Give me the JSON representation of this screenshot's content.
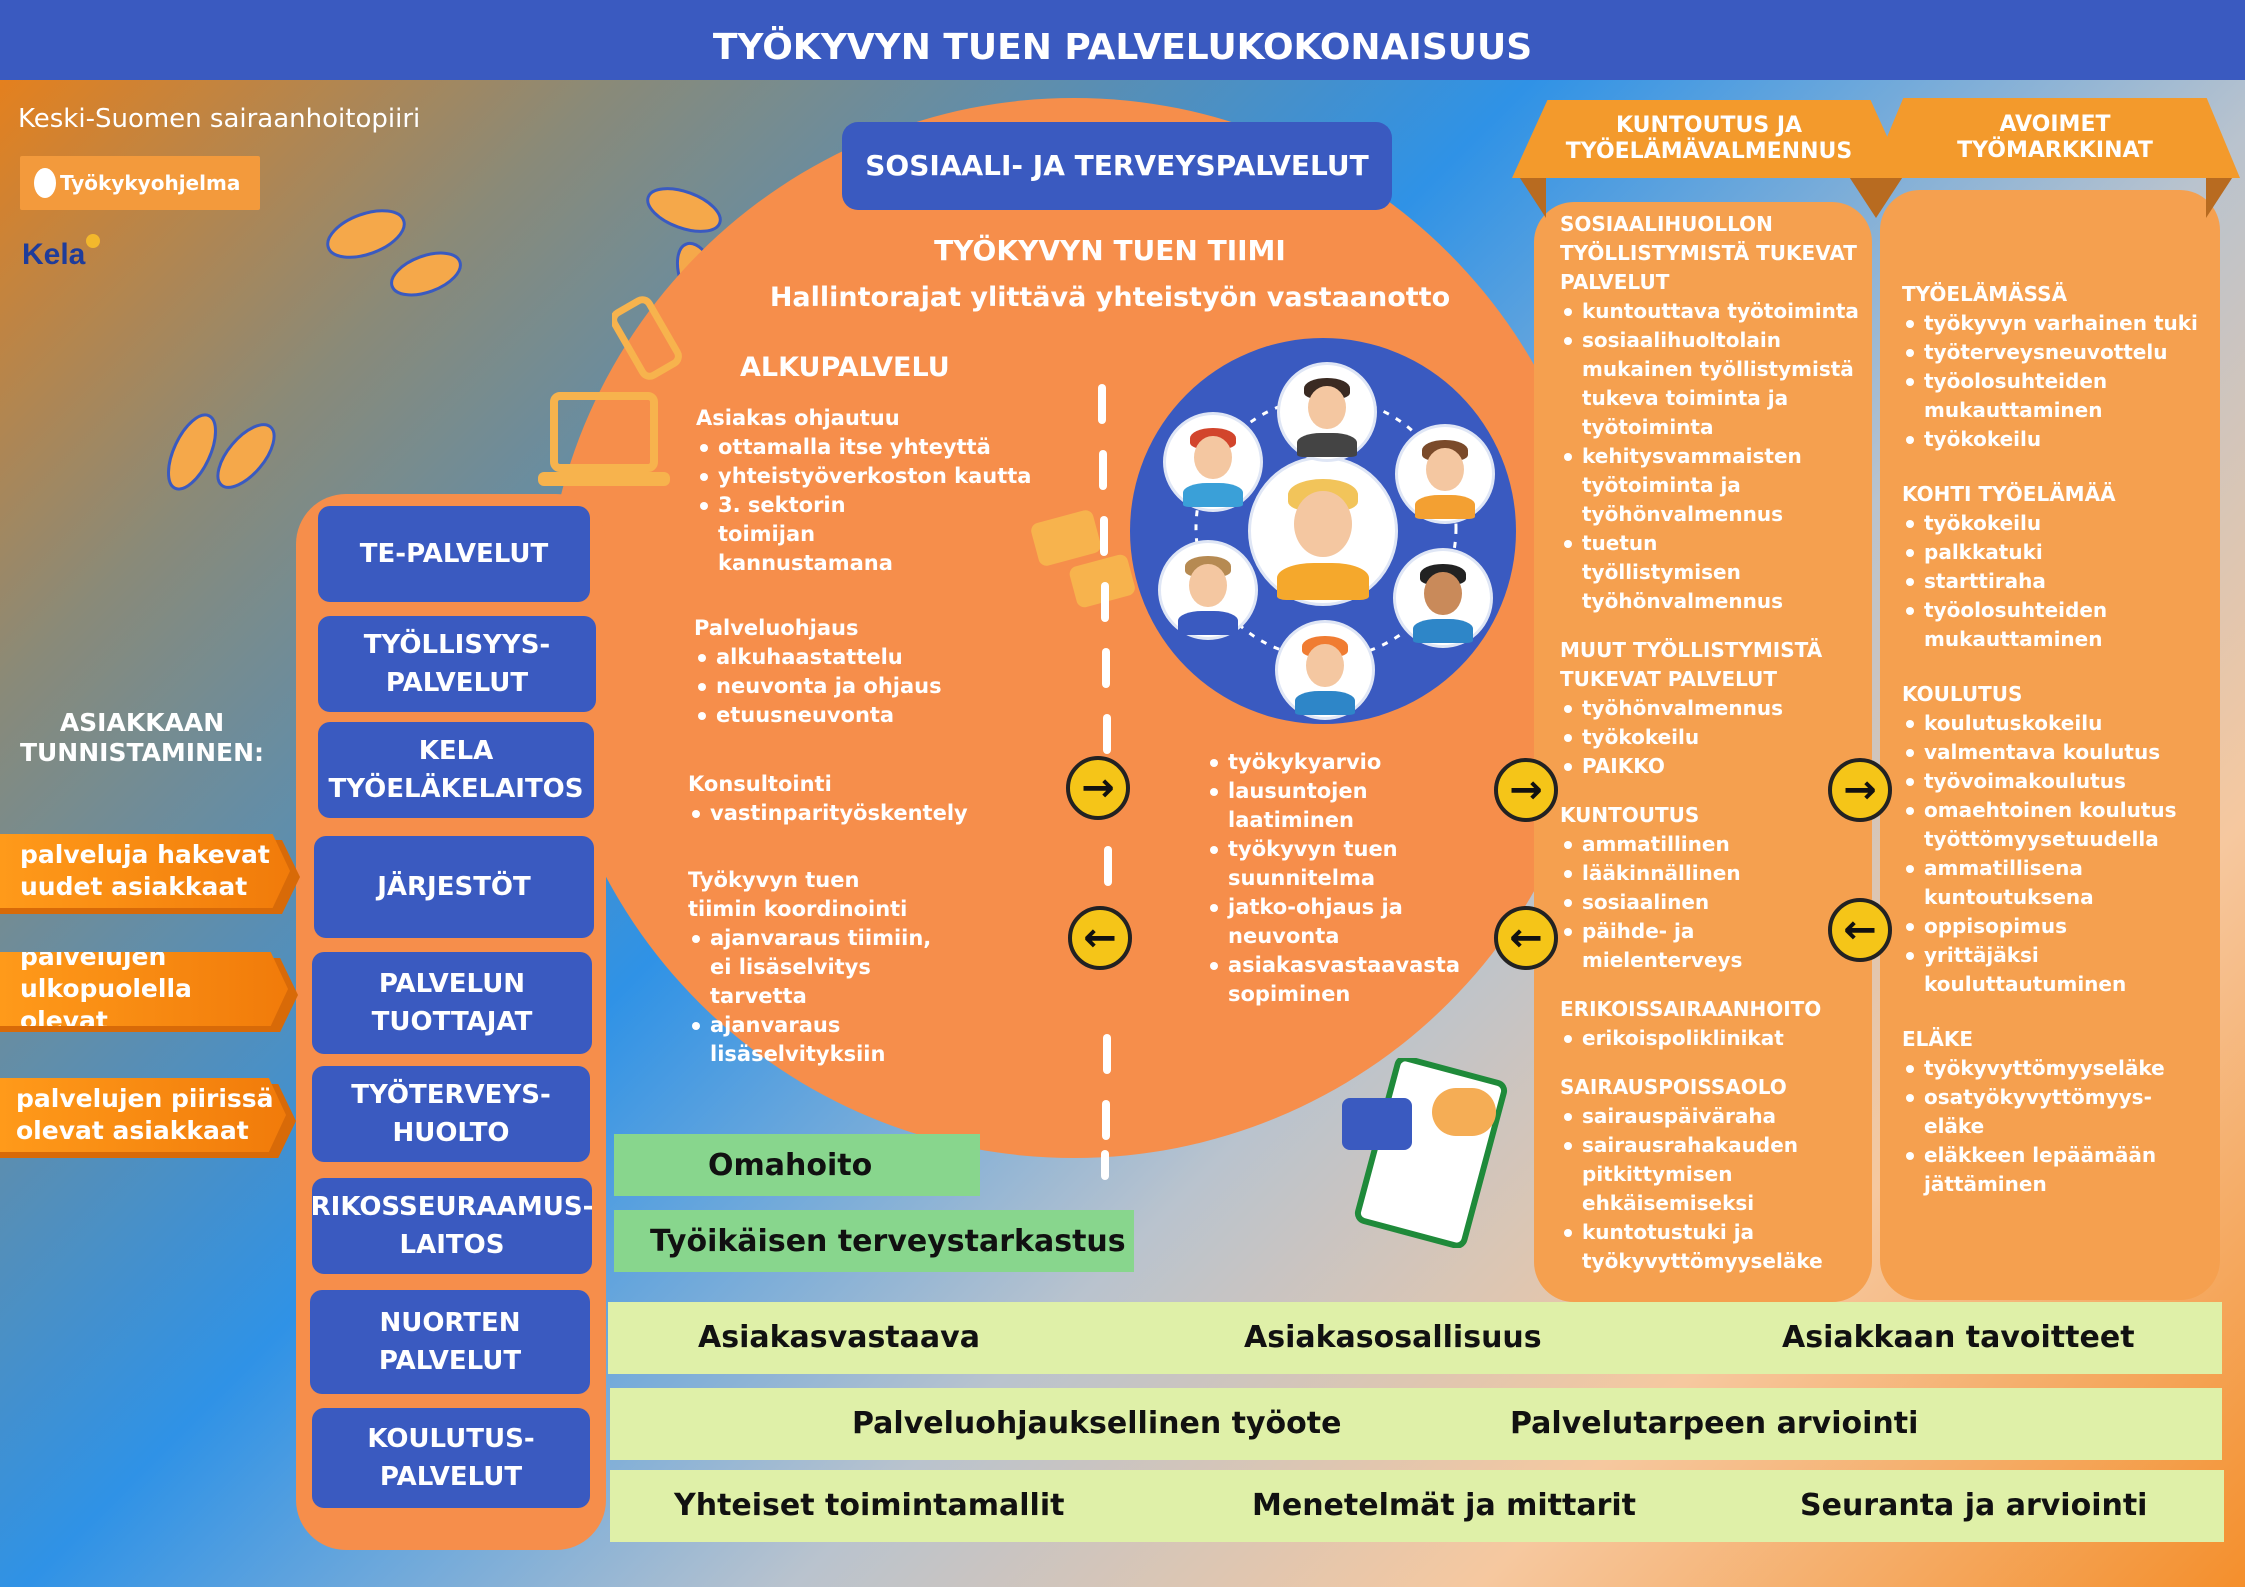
{
  "header": {
    "title": "TYÖKYVYN TUEN PALVELUKOKONAISUUS"
  },
  "branding": {
    "organization": "Keski-Suomen sairaanhoitopiiri",
    "program_logo": "Työkykyohjelma",
    "kela_logo": "Kela"
  },
  "center": {
    "sote_title": "SOSIAALI- JA TERVEYSPALVELUT",
    "team_title": "TYÖKYVYN TUEN TIIMI",
    "team_subtitle": "Hallintorajat ylittävä yhteistyön vastaanotto",
    "alku_title": "ALKUPALVELU",
    "asiakas": {
      "heading": "Asiakas ohjautuu",
      "items": [
        "ottamalla itse yhteyttä",
        "yhteistyöverkoston kautta",
        "3. sektorin toimijan kannustamana"
      ]
    },
    "palveluohjaus": {
      "heading": "Palveluohjaus",
      "items": [
        "alkuhaastattelu",
        "neuvonta ja ohjaus",
        "etuusneuvonta"
      ]
    },
    "konsultointi": {
      "heading": "Konsultointi",
      "items": [
        "vastinparityöskentely"
      ]
    },
    "koordinointi": {
      "heading": "Työkyvyn tuen tiimin koordinointi",
      "items": [
        "ajanvaraus tiimiin, ei lisäselvitys tarvetta",
        "ajanvaraus lisäselvityksiin"
      ]
    },
    "team_tasks": [
      "työkykyarvio",
      "lausuntojen laatiminen",
      "työkyvyn tuen suunnitelma",
      "jatko-ohjaus ja neuvonta",
      "asiakasvastaavasta sopiminen"
    ],
    "omahoito": "Omahoito",
    "terveystarkastus": "Työikäisen terveystarkastus"
  },
  "left": {
    "services": [
      "TE-PALVELUT",
      "TYÖLLISYYS-\nPALVELUT",
      "KELA\nTYÖELÄKELAITOS",
      "JÄRJESTÖT",
      "PALVELUN\nTUOTTAJAT",
      "TYÖTERVEYS-\nHUOLTO",
      "RIKOSSEURAAMUS-\nLAITOS",
      "NUORTEN\nPALVELUT",
      "KOULUTUS-\nPALVELUT"
    ],
    "identification_title": "ASIAKKAAN\nTUNNISTAMINEN:",
    "tags": [
      "palveluja hakevat\nuudet asiakkaat",
      "palvelujen\nulkopuolella olevat",
      "palvelujen piirissä\nolevat asiakkaat"
    ]
  },
  "rehab": {
    "ribbon": "KUNTOUTUS JA\nTYÖELÄMÄVALMENNUS",
    "sections": [
      {
        "heading": "SOSIAALIHUOLLON\nTYÖLLISTYMISTÄ  TUKEVAT\nPALVELUT",
        "items": [
          "kuntouttava työtoiminta",
          "sosiaalihuoltolain mukainen työllistymistä tukeva toiminta ja työtoiminta",
          "kehitysvammaisten työtoiminta ja työhönvalmennus",
          "tuetun työllistymisen työhönvalmennus"
        ]
      },
      {
        "heading": "MUUT TYÖLLISTYMISTÄ\nTUKEVAT PALVELUT",
        "items": [
          "työhönvalmennus",
          "työkokeilu",
          "PAIKKO"
        ]
      },
      {
        "heading": "KUNTOUTUS",
        "items": [
          "ammatillinen",
          "lääkinnällinen",
          "sosiaalinen",
          "päihde- ja mielenterveys"
        ]
      },
      {
        "heading": "ERIKOISSAIRAANHOITO",
        "items": [
          "erikoispoliklinikat"
        ]
      },
      {
        "heading": "SAIRAUSPOISSAOLO",
        "items": [
          "sairauspäiväraha",
          "sairausrahakauden pitkittymisen ehkäisemiseksi",
          "kuntotustuki ja työkyvyttömyyseläke"
        ]
      }
    ]
  },
  "labour": {
    "ribbon": "AVOIMET\nTYÖMARKKINAT",
    "sections": [
      {
        "heading": "TYÖELÄMÄSSÄ",
        "items": [
          "työkyvyn varhainen tuki",
          "työterveysneuvottelu",
          "työolosuhteiden mukauttaminen",
          "työkokeilu"
        ]
      },
      {
        "heading": "KOHTI TYÖELÄMÄÄ",
        "items": [
          "työkokeilu",
          "palkkatuki",
          "starttiraha",
          "työolosuhteiden mukauttaminen"
        ]
      },
      {
        "heading": "KOULUTUS",
        "items": [
          "koulutuskokeilu",
          "valmentava koulutus",
          "työvoimakoulutus",
          "omaehtoinen koulutus työttömyysetuudella",
          "ammatillisena kuntoutuksena",
          "oppisopimus",
          "yrittäjäksi kouluttautuminen"
        ]
      },
      {
        "heading": "ELÄKE",
        "items": [
          "työkyvyttömyyseläke",
          "osatyökyvyttömyys-eläke",
          "eläkkeen lepäämään jättäminen"
        ]
      }
    ]
  },
  "bands": [
    [
      "Asiakasvastaava",
      "Asiakasosallisuus",
      "Asiakkaan tavoitteet"
    ],
    [
      "Palveluohjauksellinen työote",
      "Palvelutarpeen arviointi"
    ],
    [
      "Yhteiset toimintamallit",
      "Menetelmät ja mittarit",
      "Seuranta ja arviointi"
    ]
  ],
  "icons": {
    "arrow_right": "arrow-right-icon",
    "arrow_left": "arrow-left-icon",
    "footprints": "footprints-icon",
    "laptop": "laptop-icon",
    "phone": "phone-icon",
    "chat": "chat-bubbles-icon"
  },
  "colors": {
    "header_blue": "#3a5ac0",
    "orange": "#f68e4b",
    "arrow_yellow": "#f5c518",
    "green": "#88d68d",
    "band": "#dff0a8"
  }
}
